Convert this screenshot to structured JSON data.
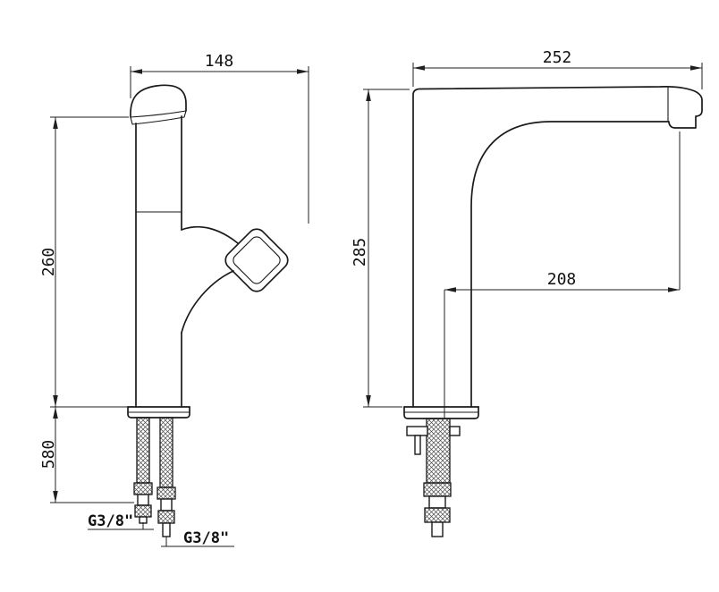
{
  "drawing": {
    "background_color": "#ffffff",
    "line_color": "#1a1a1a",
    "front_view": {
      "width_dim": "148",
      "height_dim": "260",
      "supply_height_dim": "580",
      "thread_label_left": "G3/8\"",
      "thread_label_right": "G3/8\""
    },
    "side_view": {
      "depth_dim": "252",
      "height_dim": "285",
      "spout_reach_dim": "208"
    }
  }
}
